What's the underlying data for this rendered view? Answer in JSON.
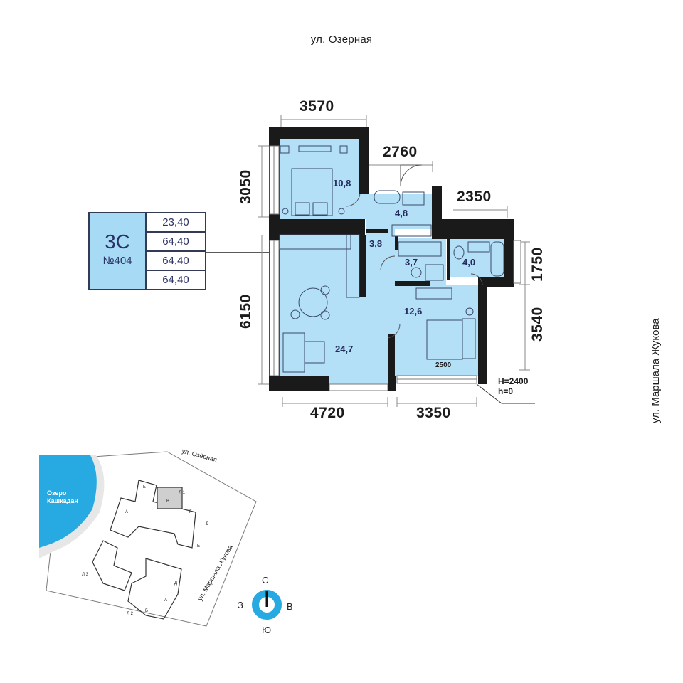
{
  "streets": {
    "top": "ул. Озёрная",
    "right": "ул. Маршала Жукова"
  },
  "apartment": {
    "type": "3С",
    "number": "№404",
    "areas": [
      "23,40",
      "64,40",
      "64,40",
      "64,40"
    ]
  },
  "dimensions": {
    "top_left": "3570",
    "top_mid": "2760",
    "top_right": "2350",
    "left_upper": "3050",
    "left_lower": "6150",
    "right_upper": "1750",
    "right_lower": "3540",
    "bottom_left": "4720",
    "bottom_right": "3350",
    "window_inner": "2500"
  },
  "rooms": {
    "bedroom1": "10,8",
    "hall": "4,8",
    "corridor": "3,8",
    "living": "24,7",
    "wc": "3,7",
    "bath": "4,0",
    "bedroom2": "12,6"
  },
  "height_note": {
    "line1": "H=2400",
    "line2": "h=0"
  },
  "site_map": {
    "street_top": "ул. Озёрная",
    "street_right": "ул. Маршала Жукова",
    "lake_line1": "Озеро",
    "lake_line2": "Кашкадан",
    "sections": [
      "Б",
      "Л 1",
      "В",
      "Г",
      "Д",
      "А",
      "Е",
      "Л 3",
      "Л 2",
      "Д",
      "Б",
      "А"
    ]
  },
  "compass": {
    "north": "С",
    "south": "Ю",
    "west": "З",
    "east": "В"
  },
  "colors": {
    "room_fill": "#b3e0f7",
    "wall": "#1a1a1a",
    "card_fill": "#a7dbf5",
    "lake": "#27a9e1",
    "compass_ring": "#27a9e1"
  }
}
